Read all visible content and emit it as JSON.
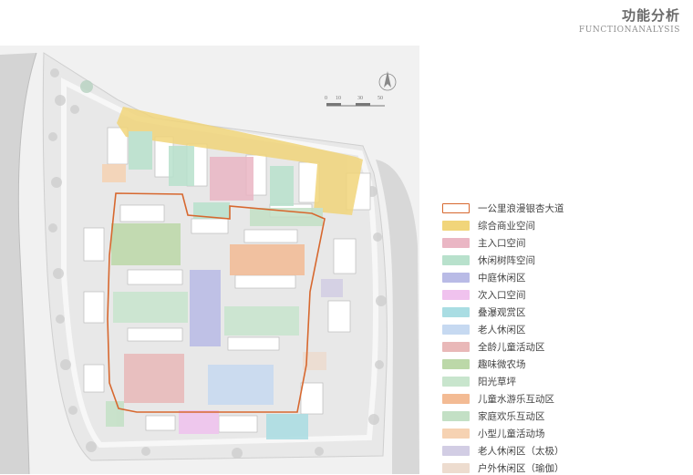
{
  "header": {
    "title": "功能分析",
    "subtitle": "FUNCTIONANALYSIS"
  },
  "map": {
    "scale_labels": [
      "0",
      "10",
      "30",
      "50"
    ],
    "north_arrow": "north-arrow-icon"
  },
  "legend": [
    {
      "key": "route",
      "label": "一公里浪漫银杏大道",
      "color": "#d7682f",
      "type": "outline"
    },
    {
      "key": "commercial",
      "label": "综合商业空间",
      "color": "#f1d57a"
    },
    {
      "key": "main-entrance",
      "label": "主入口空间",
      "color": "#eab6c4"
    },
    {
      "key": "leisure-trees",
      "label": "休闲树阵空间",
      "color": "#b8e1cc"
    },
    {
      "key": "courtyard",
      "label": "中庭休闲区",
      "color": "#b9bbe6"
    },
    {
      "key": "secondary-entrance",
      "label": "次入口空间",
      "color": "#f0c2ee"
    },
    {
      "key": "waterfall",
      "label": "叠瀑观赏区",
      "color": "#a9dde3"
    },
    {
      "key": "elderly",
      "label": "老人休闲区",
      "color": "#c6d9f1"
    },
    {
      "key": "all-age-kids",
      "label": "全龄儿童活动区",
      "color": "#e9b8b8"
    },
    {
      "key": "farm",
      "label": "趣味微农场",
      "color": "#bcd8a8"
    },
    {
      "key": "lawn",
      "label": "阳光草坪",
      "color": "#c8e5cd"
    },
    {
      "key": "kids-water",
      "label": "儿童水游乐互动区",
      "color": "#f3bb94"
    },
    {
      "key": "family",
      "label": "家庭欢乐互动区",
      "color": "#c3e0c5"
    },
    {
      "key": "small-kids",
      "label": "小型儿童活动场",
      "color": "#f6d2b2"
    },
    {
      "key": "taichi",
      "label": "老人休闲区（太极）",
      "color": "#d2cde4"
    },
    {
      "key": "yoga",
      "label": "户外休闲区（瑜伽）",
      "color": "#eddccf"
    }
  ]
}
